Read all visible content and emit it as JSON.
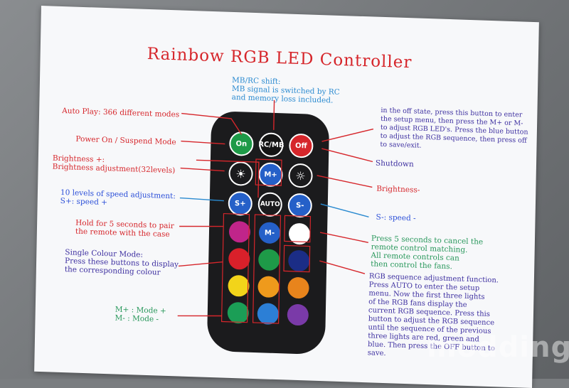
{
  "title": "Rainbow RGB LED Controller",
  "labels": {
    "mbrc": "MB/RC shift:",
    "mbrc2": "MB signal is switched by RC",
    "mbrc3": "and memory loss included.",
    "autoplay": "Auto Play: 366 different modes",
    "power": "Power On / Suspend Mode",
    "bright1": "Brightness +:",
    "bright2": "Brightness adjustment(32levels)",
    "speed1": "10 levels of speed adjustment:",
    "speed2": "S+: speed +",
    "hold1": "Hold for 5 seconds to pair",
    "hold2": "the remote with the case",
    "single1": "Single Colour Mode:",
    "single2": "Press these buttons to display",
    "single3": "the corresponding colour",
    "mode1": "M+ : Mode +",
    "mode2": "M- : Mode -",
    "off1": "in the off state, press this button to enter",
    "off2": "the setup menu, then press the M+ or M-",
    "off3": "to adjust RGB LED's. Press the blue button",
    "off4": "to adjust the RGB sequence, then press off",
    "off5": "to save/exit.",
    "shutdown": "Shutdown",
    "brightminus": "Brightness-",
    "speedminus": "S-: speed -",
    "cancel1": "Press 5 seconds to cancel the",
    "cancel2": "remote control matching.",
    "cancel3": "All remote controls can",
    "cancel4": "then control the fans.",
    "seq1": "RGB sequence adjustment function.",
    "seq2": "Press AUTO to enter the setup",
    "seq3": "menu. Now the first three lights",
    "seq4": "of the RGB fans display the",
    "seq5": "current RGB sequence. Press this",
    "seq6": "button to adjust the RGB sequence",
    "seq7": "until the sequence of the previous",
    "seq8": "three lights are red, green and",
    "seq9": "blue. Then press the OFF button to",
    "seq10": "save."
  },
  "buttons": {
    "on": "On",
    "rcmb": "RC/MB",
    "off": "Off",
    "mplus": "M+",
    "splus": "S+",
    "auto": "AUTO",
    "sminus": "S-",
    "mminus": "M-"
  },
  "colors": {
    "on": "#1e9a48",
    "rcmb": "#141414",
    "off": "#d6262b",
    "bright": "#1b1b1d",
    "mplus": "#2560c8",
    "splus": "#2560c8",
    "auto": "#1b1b1d",
    "sminus": "#2560c8",
    "magenta": "#c0258a",
    "mminus": "#2560c8",
    "white": "#ffffff",
    "red": "#d9202a",
    "green": "#1e9a48",
    "navy": "#1b2d86",
    "yellow": "#f2d41a",
    "orange": "#ef9a1c",
    "orange2": "#e8841c",
    "green2": "#1b9e56",
    "blue": "#2c7fd6",
    "purple": "#7a3aa8"
  },
  "watermark": "modding.fr"
}
